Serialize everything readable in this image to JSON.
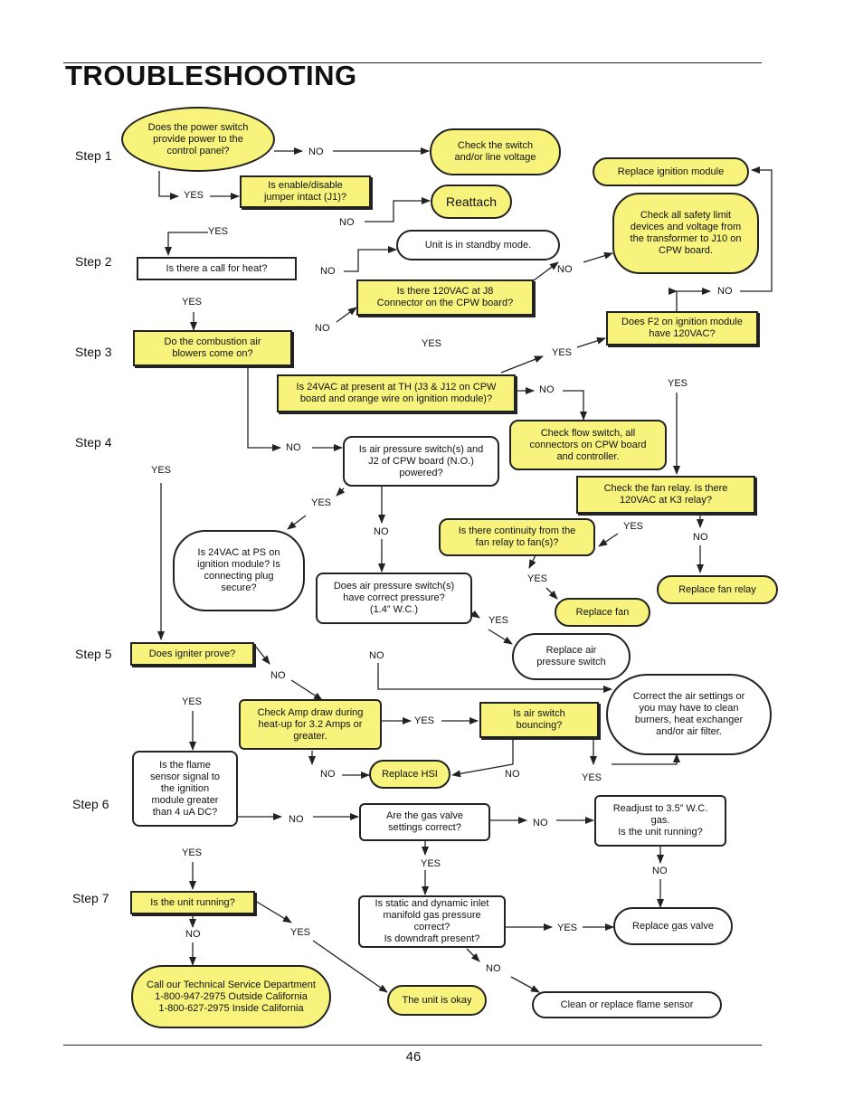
{
  "page": {
    "title": "TROUBLESHOOTING",
    "page_number": "46"
  },
  "steps": [
    "Step 1",
    "Step 2",
    "Step 3",
    "Step 4",
    "Step 5",
    "Step 6",
    "Step 7"
  ],
  "nodes": {
    "power_switch": "Does the power switch\nprovide power to the\ncontrol panel?",
    "check_switch": "Check the switch\nand/or line voltage",
    "jumper": "Is enable/disable\njumper intact (J1)?",
    "reattach": "Reattach",
    "standby": "Unit is in standby mode.",
    "call_heat": "Is there a call for heat?",
    "replace_module": "Replace ignition module",
    "check_safety": "Check all safety limit\ndevices and voltage from\nthe transformer to J10 on\nCPW board.",
    "j8_120vac": "Is there 120VAC at J8\nConnector on the CPW board?",
    "blowers": "Do the combustion air\nblowers come on?",
    "f2": "Does F2 on ignition module\nhave 120VAC?",
    "th_24vac": "Is 24VAC at present at TH (J3 & J12 on CPW\nboard and orange wire on ignition module)?",
    "flow_switch": "Check flow switch, all\nconnectors on CPW board\nand controller.",
    "air_ps_powered": "Is air pressure switch(s) and\nJ2 of CPW board (N.O.)\npowered?",
    "fan_relay_q": "Check the fan relay. Is there\n120VAC at K3 relay?",
    "continuity": "Is there continuity from the\nfan relay to fan(s)?",
    "ps_24vac": "Is 24VAC at PS on\nignition module? Is\nconnecting plug\nsecure?",
    "replace_fan_relay": "Replace fan relay",
    "air_ps_correct": "Does air pressure switch(s)\nhave correct pressure?\n(1.4” W.C.)",
    "replace_fan": "Replace fan",
    "replace_air_ps": "Replace air\npressure switch",
    "igniter": "Does igniter prove?",
    "correct_air": "Correct the air settings or\nyou may have to clean\nburners, heat exchanger\nand/or air filter.",
    "amp_draw": "Check Amp draw during\nheat-up for 3.2 Amps or\ngreater.",
    "air_switch_bouncing": "Is air switch\nbouncing?",
    "replace_hsi": "Replace HSI",
    "flame_sensor": "Is the flame\nsensor signal to\nthe ignition\nmodule greater\nthan 4 uA DC?",
    "gas_valve": "Are the gas valve\nsettings correct?",
    "readjust": "Readjust to 3.5” W.C.\ngas.\nIs the unit running?",
    "unit_running": "Is the unit running?",
    "static_dynamic": "Is static and dynamic inlet\nmanifold gas pressure correct?\nIs downdraft present?",
    "replace_gas_valve": "Replace gas valve",
    "call_service": "Call our Technical Service Department\n1-800-947-2975 Outside California\n1-800-627-2975 Inside California",
    "unit_okay": "The unit is okay",
    "clean_sensor": "Clean or replace flame sensor"
  },
  "edge_labels": {
    "yes": "YES",
    "no": "NO"
  },
  "colors": {
    "highlight": "#f7f37d",
    "stroke": "#222222"
  }
}
